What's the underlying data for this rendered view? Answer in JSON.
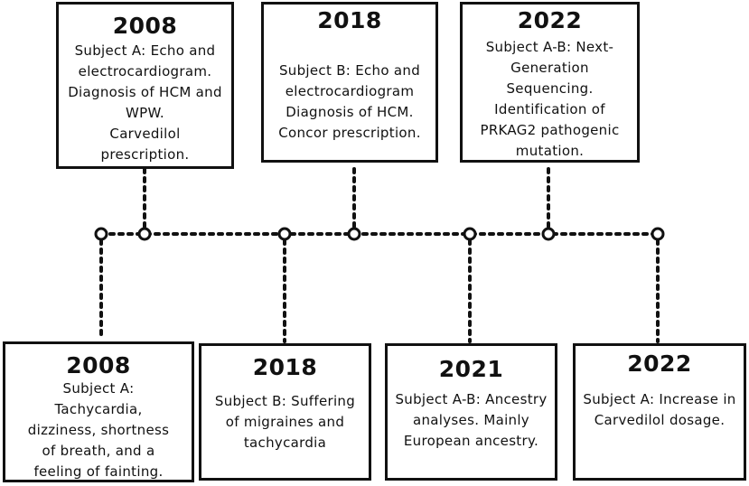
{
  "timeline": {
    "events_top": [
      {
        "year": "2008",
        "lines": [
          "Subject A: Echo and",
          "electrocardiogram.",
          "Diagnosis of HCM and",
          "WPW.",
          "Carvedilol",
          "prescription."
        ]
      },
      {
        "year": "2018",
        "lines": [
          "Subject B: Echo and",
          "electrocardiogram",
          "Diagnosis of HCM.",
          "Concor prescription."
        ]
      },
      {
        "year": "2022",
        "lines": [
          "Subject A-B: Next-",
          "Generation",
          "Sequencing.",
          "Identification of",
          "PRKAG2 pathogenic",
          "mutation."
        ]
      }
    ],
    "events_bottom": [
      {
        "year": "2008",
        "lines": [
          "Subject A:",
          "Tachycardia,",
          "dizziness, shortness",
          "of breath, and a",
          "feeling of fainting."
        ]
      },
      {
        "year": "2018",
        "lines": [
          "Subject B: Suffering",
          "of migraines and",
          "tachycardia"
        ]
      },
      {
        "year": "2021",
        "lines": [
          "Subject A-B: Ancestry",
          "analyses. Mainly",
          "European ancestry."
        ]
      },
      {
        "year": "2022",
        "lines": [
          "Subject A: Increase in",
          "Carvedilol dosage."
        ]
      }
    ]
  }
}
